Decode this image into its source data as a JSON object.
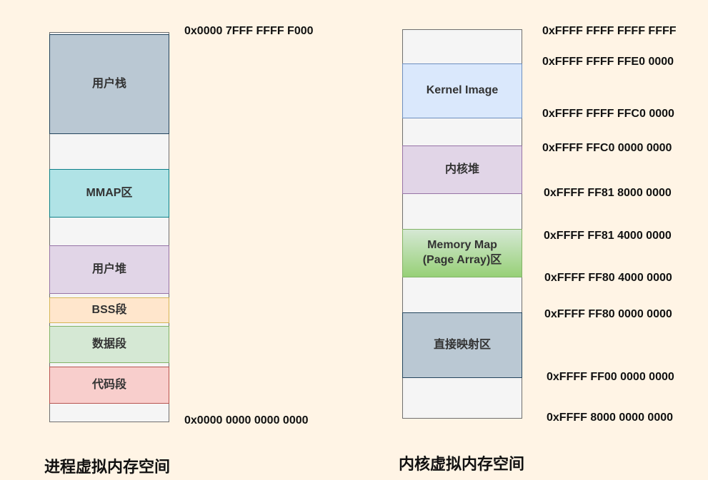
{
  "process_space": {
    "title": "进程虚拟内存空间",
    "top_address": "0x0000 7FFF FFFF F000",
    "bottom_address": "0x0000 0000 0000 0000",
    "segments": [
      {
        "label": "用户栈"
      },
      {
        "label": "MMAP区"
      },
      {
        "label": "用户堆"
      },
      {
        "label": "BSS段"
      },
      {
        "label": "数据段"
      },
      {
        "label": "代码段"
      }
    ]
  },
  "kernel_space": {
    "title": "内核虚拟内存空间",
    "addresses": [
      "0xFFFF FFFF FFFF FFFF",
      "0xFFFF FFFF FFE0 0000",
      "0xFFFF FFFF FFC0 0000",
      "0xFFFF FFC0 0000 0000",
      "0xFFFF FF81 8000 0000",
      "0xFFFF FF81 4000 0000",
      "0xFFFF FF80 4000 0000",
      "0xFFFF FF80 0000 0000",
      "0xFFFF FF00 0000 0000",
      "0xFFFF 8000 0000 0000"
    ],
    "segments": [
      {
        "label": "Kernel Image"
      },
      {
        "label": "内核堆"
      },
      {
        "label_line1": "Memory Map",
        "label_line2": "(Page Array)区"
      },
      {
        "label": "直接映射区"
      }
    ]
  },
  "colors": {
    "background": "#FFF4E5",
    "empty": "#F5F5F5",
    "stack": "#BAC8D3",
    "mmap": "#B0E3E6",
    "heap": "#E1D5E7",
    "bss": "#FFE6CC",
    "data": "#D5E8D4",
    "code": "#F8CECC",
    "kernel_image": "#DAE8FC",
    "page_array": "#97D077"
  }
}
